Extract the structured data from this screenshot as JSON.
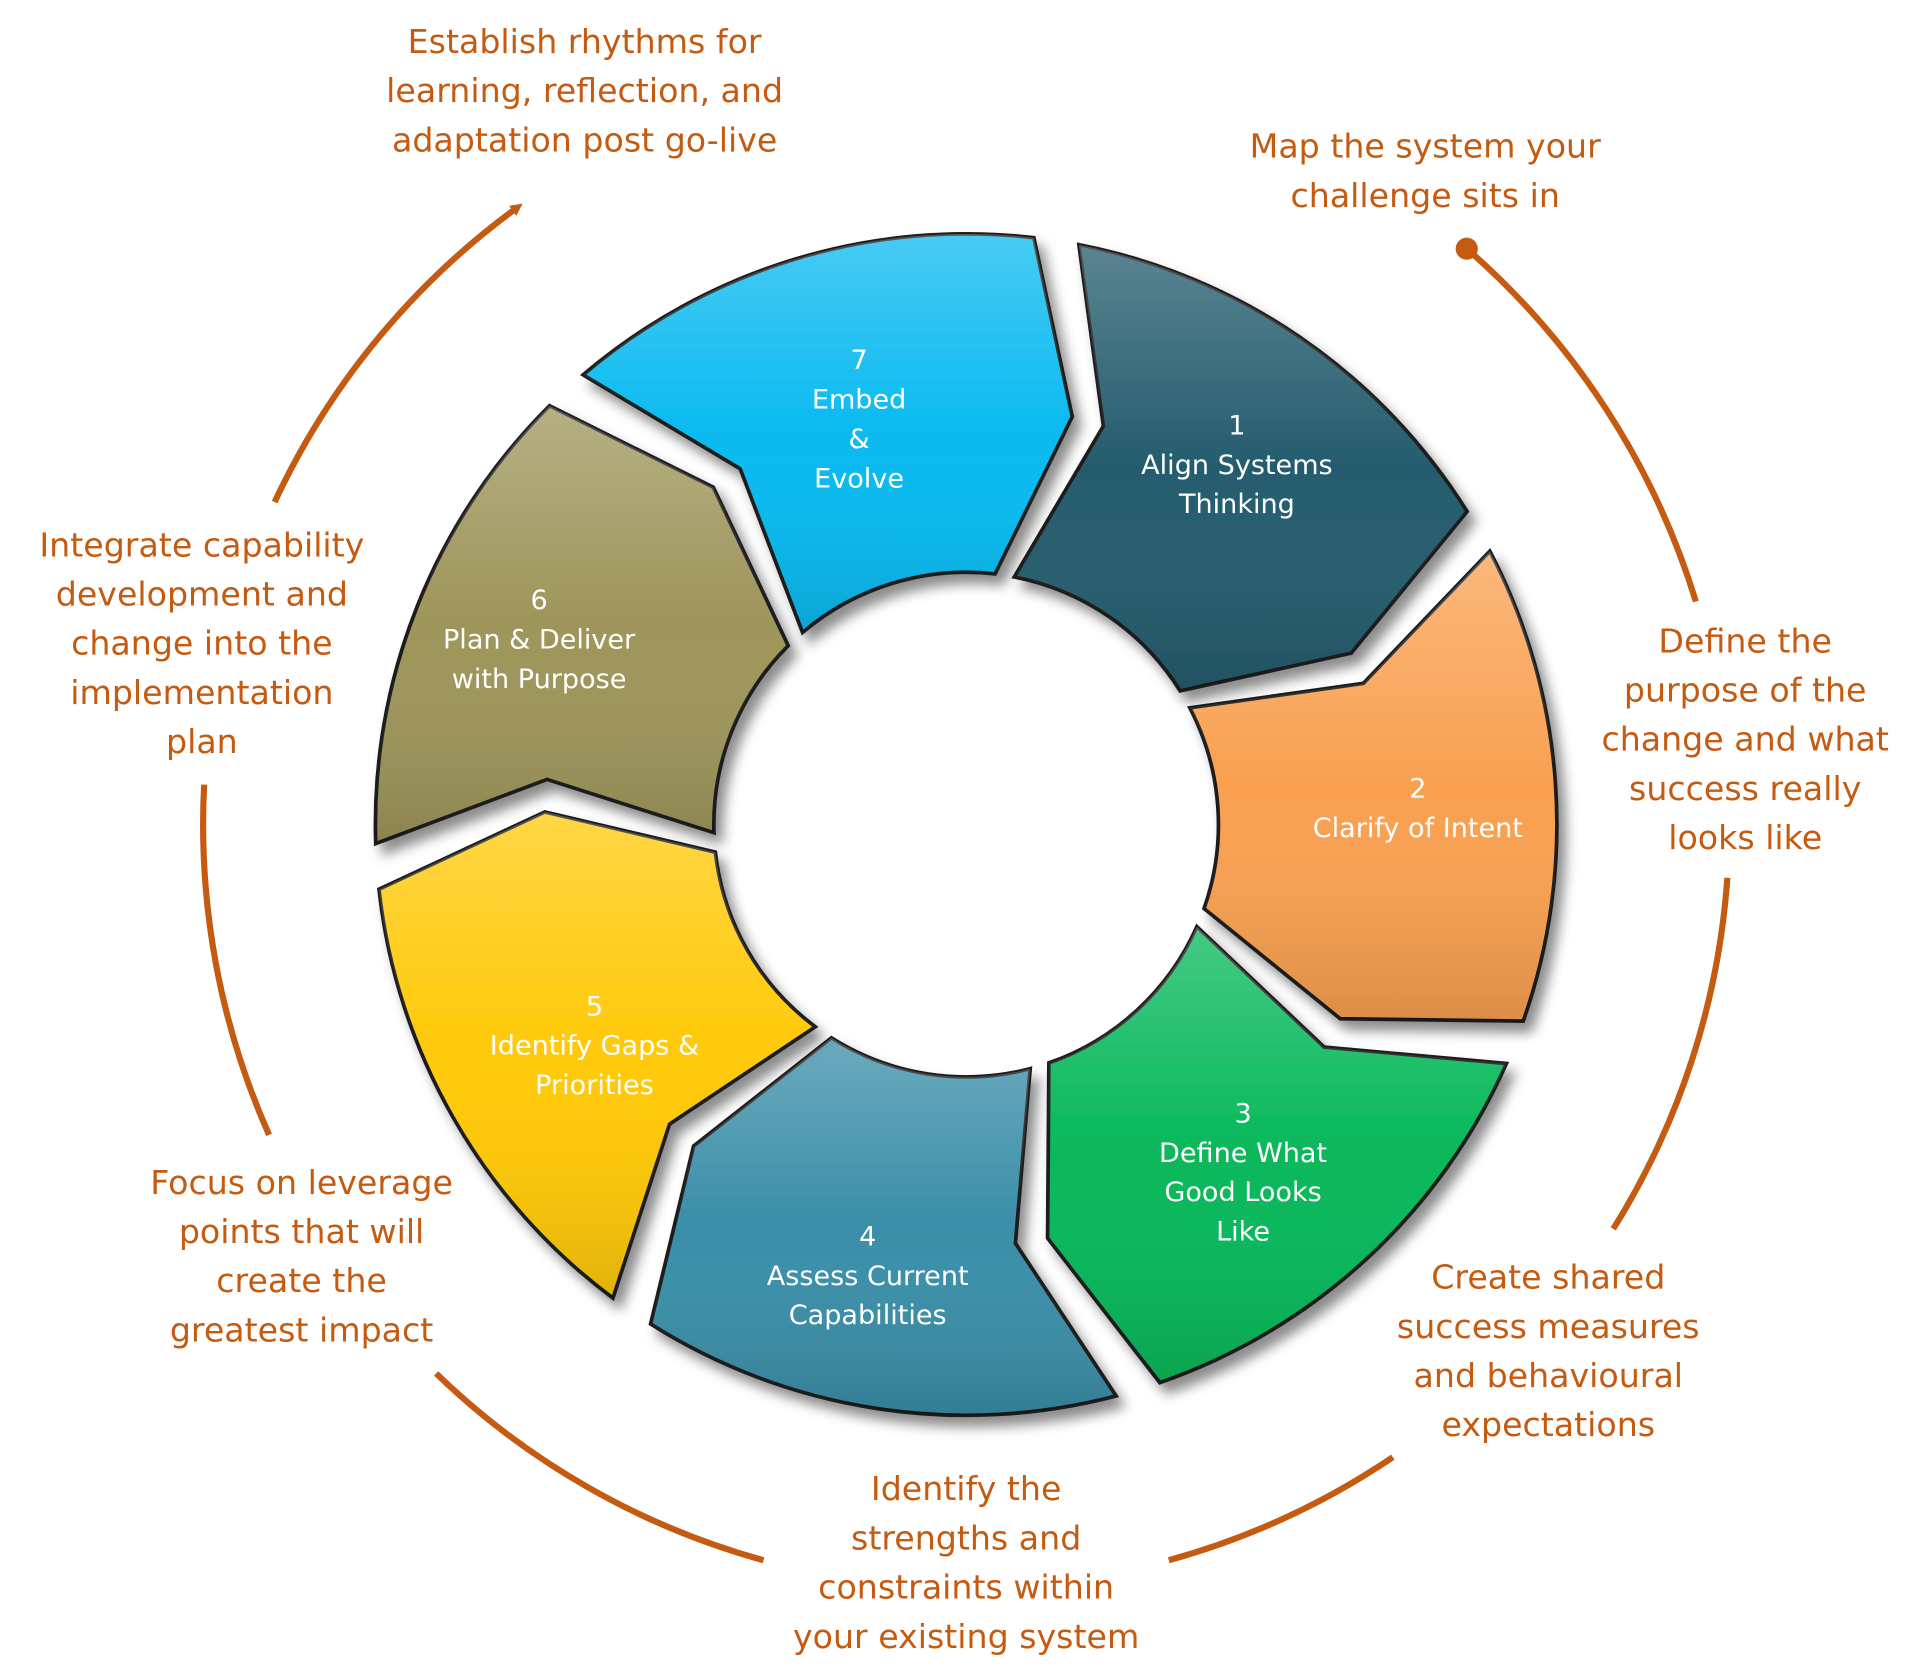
{
  "accent_color": "#C55A11",
  "segments": [
    {
      "number": "1",
      "lines": [
        "Align Systems",
        "Thinking"
      ],
      "color": "#245C6E"
    },
    {
      "number": "2",
      "lines": [
        "Clarify of Intent"
      ],
      "color": "#F9A050"
    },
    {
      "number": "3",
      "lines": [
        "Define What",
        "Good Looks",
        "Like"
      ],
      "color": "#07B85A"
    },
    {
      "number": "4",
      "lines": [
        "Assess Current",
        "Capabilities"
      ],
      "color": "#3A8EA8"
    },
    {
      "number": "5",
      "lines": [
        "Identify Gaps &",
        "Priorities"
      ],
      "color": "#FFC908"
    },
    {
      "number": "6",
      "lines": [
        "Plan & Deliver",
        "with Purpose"
      ],
      "color": "#9E955A"
    },
    {
      "number": "7",
      "lines": [
        "Embed",
        "&",
        "Evolve"
      ],
      "color": "#0ABAF0"
    }
  ],
  "annotations": [
    {
      "lines": [
        "Map the system your",
        "challenge sits in"
      ]
    },
    {
      "lines": [
        "Define the",
        "purpose of the",
        "change and what",
        "success really",
        "looks like"
      ]
    },
    {
      "lines": [
        "Create shared",
        "success measures",
        "and behavioural",
        "expectations"
      ]
    },
    {
      "lines": [
        "Identify the",
        "strengths and",
        "constraints within",
        "your existing system"
      ]
    },
    {
      "lines": [
        "Focus on leverage",
        "points that will",
        "create the",
        "greatest impact"
      ]
    },
    {
      "lines": [
        "Integrate capability",
        "development and",
        "change into the",
        "implementation",
        "plan"
      ]
    },
    {
      "lines": [
        "Establish rhythms for",
        "learning, reflection, and",
        "adaptation post go-live"
      ]
    }
  ]
}
